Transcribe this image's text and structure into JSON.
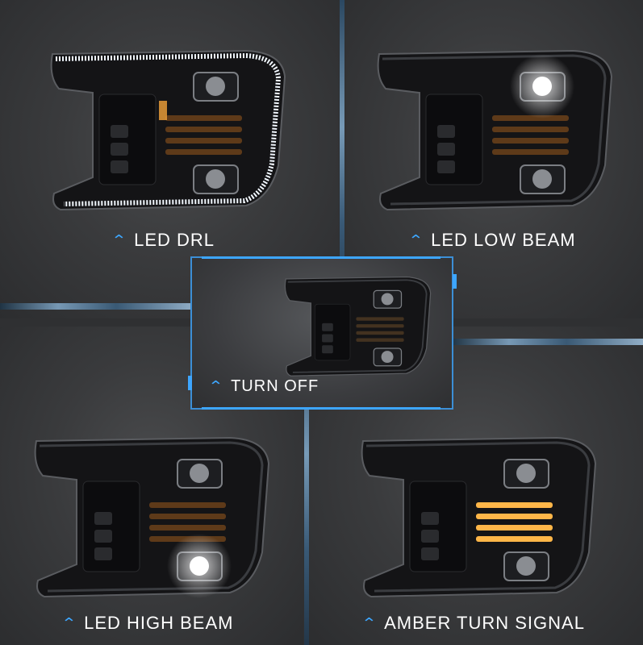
{
  "panels": {
    "top_left": {
      "label": "LED DRL",
      "mode": "drl"
    },
    "top_right": {
      "label": "LED LOW BEAM",
      "mode": "low"
    },
    "center": {
      "label": "TURN OFF",
      "mode": "off"
    },
    "bottom_left": {
      "label": "LED HIGH BEAM",
      "mode": "high"
    },
    "bottom_right": {
      "label": "AMBER TURN SIGNAL",
      "mode": "turn"
    }
  },
  "icons": {
    "caption_marker": "chevron-up-icon"
  },
  "colors": {
    "accent": "#3da6ff",
    "amber": "#f2a23a",
    "drl_white": "#eef6ff"
  }
}
